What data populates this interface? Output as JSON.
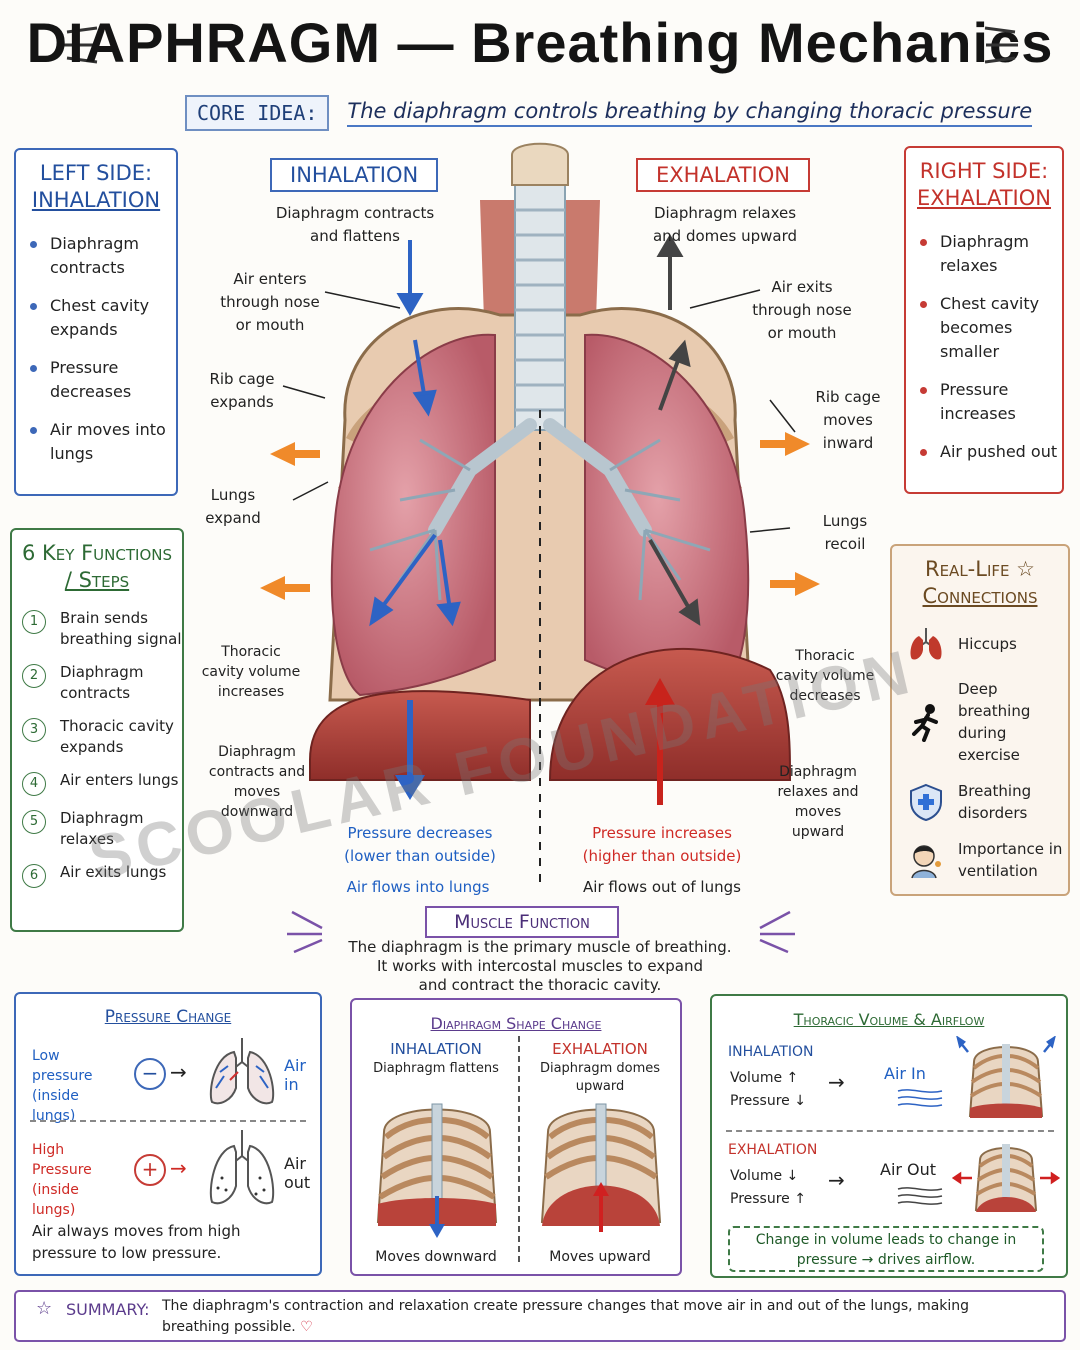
{
  "title": {
    "main": "DIAPHRAGM — Breathing Mechanics"
  },
  "core": {
    "label": "CORE IDEA:",
    "text": "The diaphragm controls breathing by changing thoracic pressure"
  },
  "left_panel": {
    "title_1": "LEFT SIDE:",
    "title_2": "INHALATION",
    "items": [
      "Diaphragm contracts",
      "Chest cavity expands",
      "Pressure decreases",
      "Air moves into lungs"
    ]
  },
  "right_panel": {
    "title_1": "RIGHT SIDE:",
    "title_2": "EXHALATION",
    "items": [
      "Diaphragm relaxes",
      "Chest cavity becomes smaller",
      "Pressure increases",
      "Air pushed out"
    ]
  },
  "key_functions": {
    "title_1": "6 Key Functions",
    "title_2": "/ Steps",
    "steps": [
      {
        "num": "1",
        "text": "Brain sends breathing signal"
      },
      {
        "num": "2",
        "text": "Diaphragm contracts"
      },
      {
        "num": "3",
        "text": "Thoracic cavity expands"
      },
      {
        "num": "4",
        "text": "Air enters lungs"
      },
      {
        "num": "5",
        "text": "Diaphragm relaxes"
      },
      {
        "num": "6",
        "text": "Air exits lungs"
      }
    ]
  },
  "real_life": {
    "title_1": "Real-Life",
    "title_2": "Connections",
    "items": [
      "Hiccups",
      "Deep breathing during exercise",
      "Breathing disorders",
      "Importance in ventilation"
    ]
  },
  "diagram": {
    "inhalation_tag": "INHALATION",
    "exhalation_tag": "EXHALATION",
    "inh_sub": "Diaphragm contracts and flattens",
    "exh_sub": "Diaphragm relaxes and domes upward",
    "air_enters": "Air enters through nose or mouth",
    "air_exits": "Air exits through nose or mouth",
    "rib_expands": "Rib cage expands",
    "rib_inward": "Rib cage moves inward",
    "lungs_expand": "Lungs expand",
    "lungs_recoil": "Lungs recoil",
    "thor_inc": "Thoracic cavity volume increases",
    "thor_dec": "Thoracic cavity volume decreases",
    "diaph_down": "Diaphragm contracts and moves downward",
    "diaph_up": "Diaphragm relaxes and moves upward",
    "press_dec": "Pressure decreases",
    "press_dec_2": "(lower than outside)",
    "press_inc": "Pressure increases",
    "press_inc_2": "(higher than outside)",
    "flow_in": "Air flows into lungs",
    "flow_out": "Air flows out of lungs",
    "watermark": "SCOOLAR FOUNDATION"
  },
  "muscle": {
    "tag": "Muscle Function",
    "text_1": "The diaphragm is the primary muscle of breathing.",
    "text_2": "It works with intercostal muscles to expand",
    "text_3": "and contract the thoracic cavity."
  },
  "pressure_change": {
    "title": "Pressure Change",
    "low": "Low pressure",
    "low_2": "(inside lungs)",
    "minus": "−",
    "air_in": "Air in",
    "high": "High Pressure",
    "high_2": "(inside lungs)",
    "plus": "+",
    "air_out": "Air out",
    "rule": "Air always moves from high pressure to low pressure."
  },
  "shape_change": {
    "title": "Diaphragm Shape Change",
    "inh": "INHALATION",
    "inh_sub": "Diaphragm flattens",
    "exh": "EXHALATION",
    "exh_sub": "Diaphragm domes upward",
    "down": "Moves downward",
    "up": "Moves upward"
  },
  "volume_airflow": {
    "title": "Thoracic Volume & Airflow",
    "inh": "INHALATION",
    "inh_vol": "Volume ↑",
    "inh_press": "Pressure ↓",
    "air_in": "Air In",
    "exh": "EXHALATION",
    "exh_vol": "Volume ↓",
    "exh_press": "Pressure ↑",
    "air_out": "Air Out",
    "note": "Change in volume leads to change in pressure → drives airflow."
  },
  "summary": {
    "label": "SUMMARY:",
    "text": "The diaphragm's contraction and relaxation create pressure changes that move air in and out of the lungs, making breathing possible."
  },
  "colors": {
    "blue": "#3d68b8",
    "red": "#c63b35",
    "green": "#3f7a46",
    "purple": "#7a52a8",
    "lung": "#c96b78"
  }
}
